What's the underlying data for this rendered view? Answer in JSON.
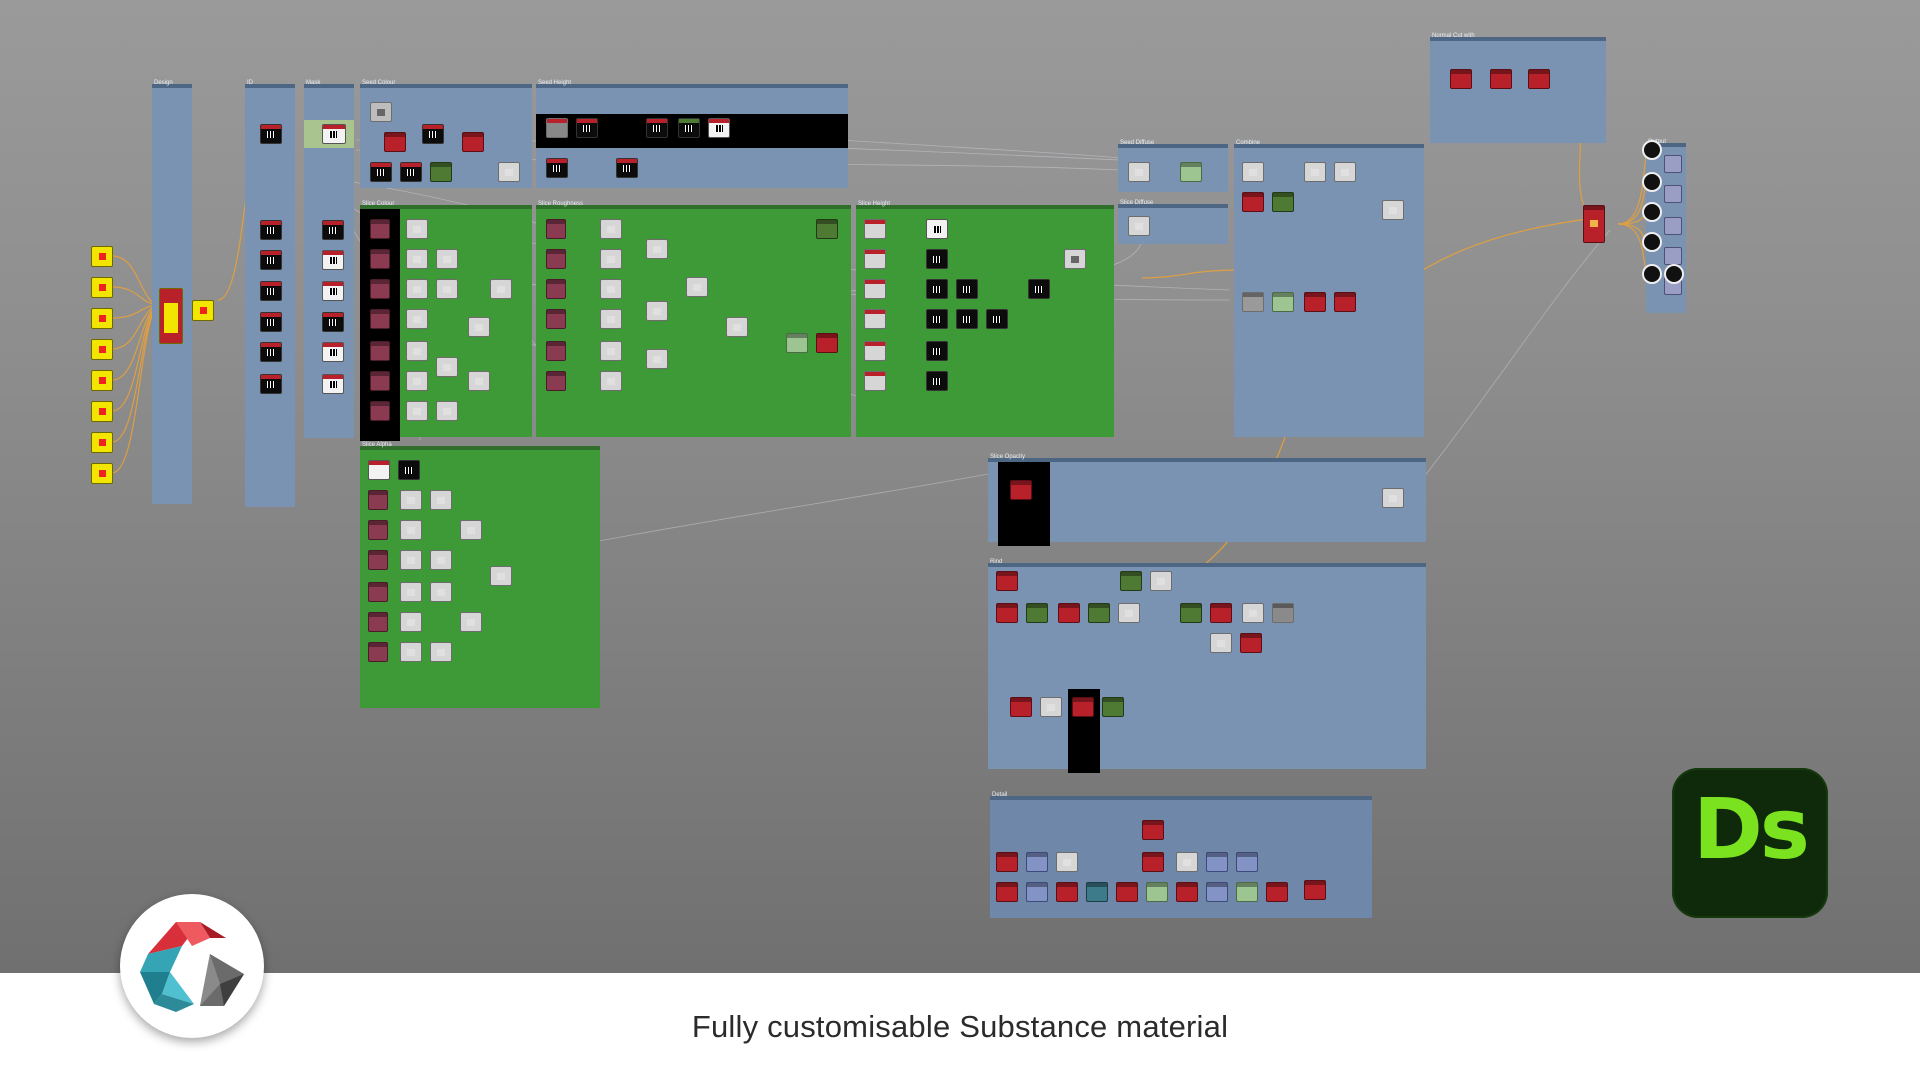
{
  "app": {
    "name": "Adobe Substance 3D Designer",
    "canvas_background": "#8e8e8e"
  },
  "frames": [
    {
      "id": "design",
      "title": "Design"
    },
    {
      "id": "id",
      "title": "ID"
    },
    {
      "id": "mask",
      "title": "Mask"
    },
    {
      "id": "seed-colour",
      "title": "Seed Colour"
    },
    {
      "id": "seed-height",
      "title": "Seed Height"
    },
    {
      "id": "slice-colour",
      "title": "Slice Colour"
    },
    {
      "id": "slice-roughness",
      "title": "Slice Roughness"
    },
    {
      "id": "slice-height",
      "title": "Slice Height"
    },
    {
      "id": "slice-alpha",
      "title": "Slice Alpha"
    },
    {
      "id": "seed-diffuse",
      "title": "Seed Diffuse"
    },
    {
      "id": "slice-diffuse",
      "title": "Slice Diffuse"
    },
    {
      "id": "combine",
      "title": "Combine"
    },
    {
      "id": "normal",
      "title": "Normal Cut with"
    },
    {
      "id": "output",
      "title": "Output"
    },
    {
      "id": "slice-opacity",
      "title": "Slice Opacity"
    },
    {
      "id": "rind",
      "title": "Rind"
    },
    {
      "id": "detail",
      "title": "Detail"
    }
  ],
  "caption": "Fully customisable Substance material",
  "badge": {
    "text": "Ds",
    "color": "#7be21f",
    "background": "#0f2a0a"
  },
  "colors": {
    "frame": "#7b93b3",
    "green_frame": "#3d9a36",
    "wire": "#f0b24a"
  }
}
